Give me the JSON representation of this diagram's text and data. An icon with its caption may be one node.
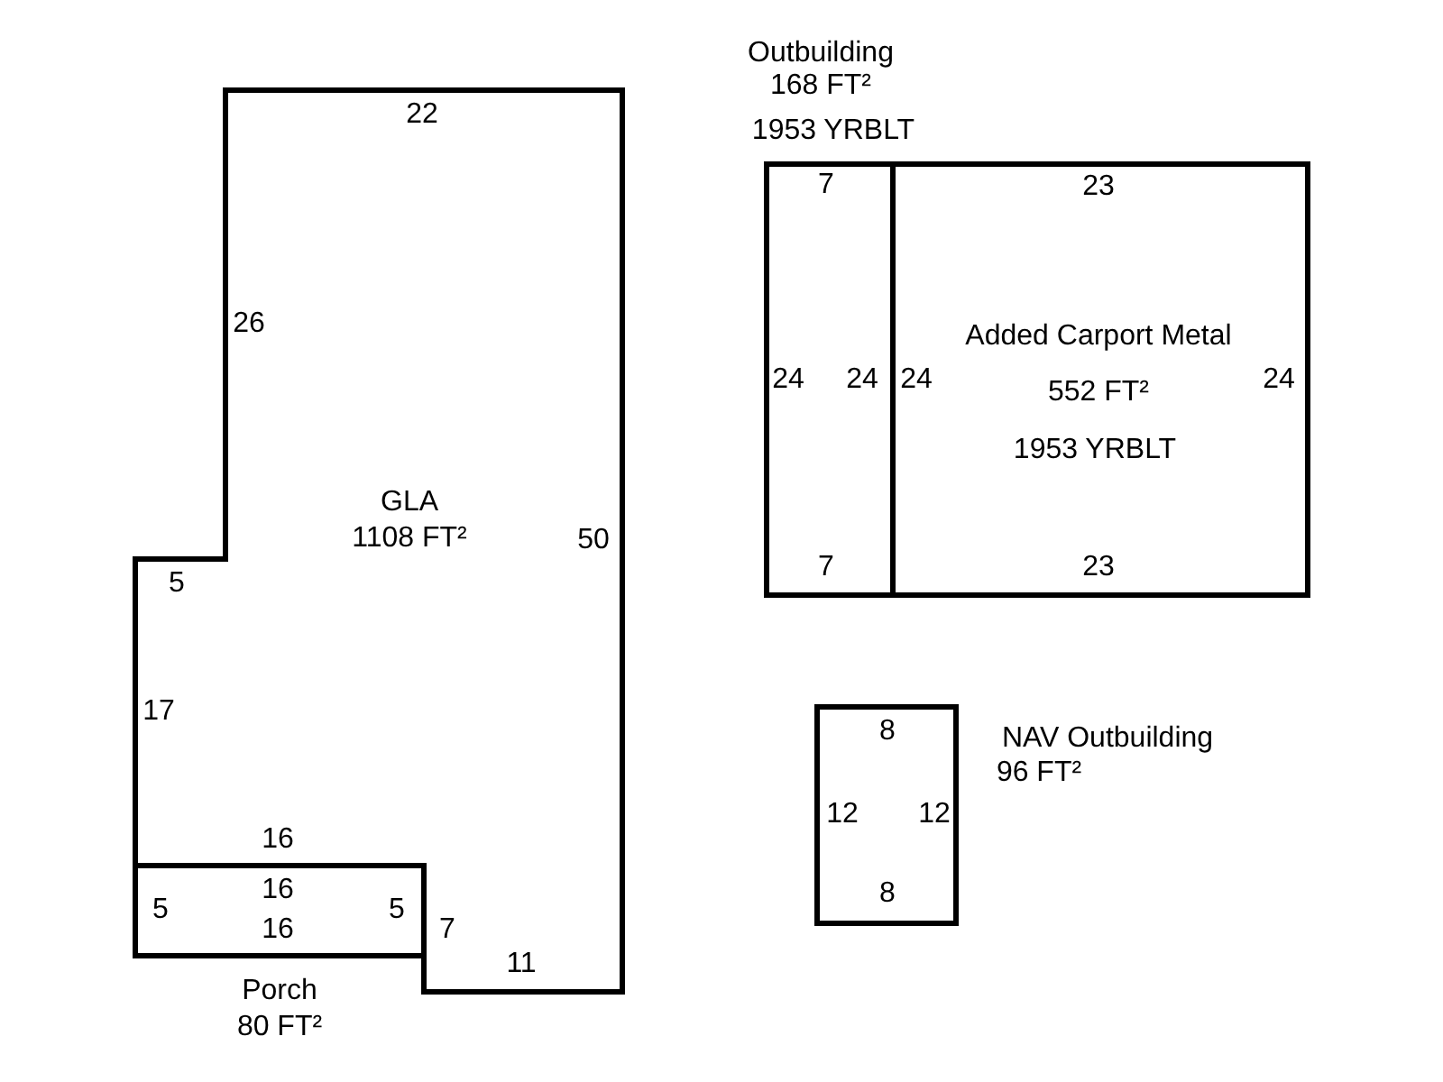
{
  "diagram": {
    "nodes": [
      {
        "text": [
          "GLA",
          "1108 FT²"
        ]
      },
      {
        "text": [
          "Porch",
          "80 FT²"
        ]
      },
      {
        "text": [
          "Outbuilding",
          "168 FT²",
          "1953 YRBLT"
        ]
      },
      {
        "text": [
          "Added Carport Metal",
          "552 FT²",
          "1953 YRBLT"
        ]
      },
      {
        "text": [
          "NAV Outbuilding",
          "96 FT²"
        ]
      }
    ],
    "labels": [
      "22",
      "7",
      "23",
      "26",
      "24",
      "24",
      "24",
      "24",
      "50",
      "7",
      "23",
      "5",
      "17",
      "8",
      "12",
      "12",
      "16",
      "16",
      "5",
      "5",
      "8",
      "16",
      "7",
      "11"
    ]
  }
}
